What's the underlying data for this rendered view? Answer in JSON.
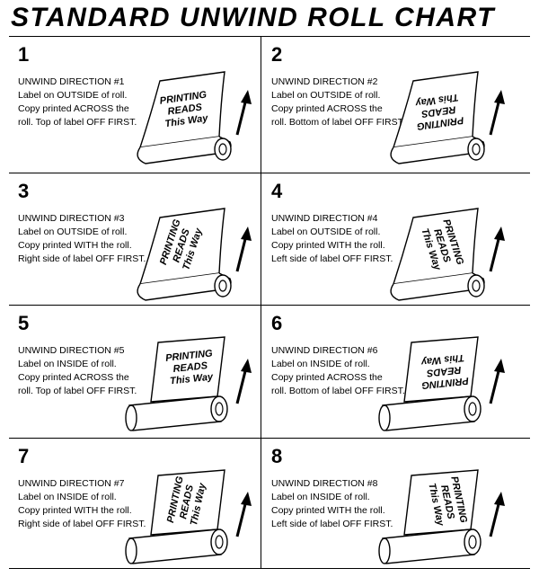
{
  "title": "STANDARD UNWIND ROLL CHART",
  "print_text": {
    "line1": "PRINTING",
    "line2": "READS",
    "line3": "This Way"
  },
  "cells": [
    {
      "number": "1",
      "heading": "UNWIND DIRECTION #1",
      "label_line": "Label on OUTSIDE of roll.",
      "copy_line": "Copy printed ACROSS the",
      "first_line": "roll. Top of label OFF FIRST."
    },
    {
      "number": "2",
      "heading": "UNWIND DIRECTION #2",
      "label_line": "Label on OUTSIDE of roll.",
      "copy_line": "Copy printed ACROSS the",
      "first_line": "roll. Bottom of label OFF FIRST."
    },
    {
      "number": "3",
      "heading": "UNWIND DIRECTION #3",
      "label_line": "Label on OUTSIDE of roll.",
      "copy_line": "Copy printed WITH the roll.",
      "first_line": "Right side of label OFF FIRST."
    },
    {
      "number": "4",
      "heading": "UNWIND DIRECTION #4",
      "label_line": "Label on OUTSIDE of roll.",
      "copy_line": "Copy printed WITH the roll.",
      "first_line": "Left side of label OFF FIRST."
    },
    {
      "number": "5",
      "heading": "UNWIND DIRECTION #5",
      "label_line": "Label on INSIDE of roll.",
      "copy_line": "Copy printed ACROSS the",
      "first_line": "roll. Top of label OFF FIRST."
    },
    {
      "number": "6",
      "heading": "UNWIND DIRECTION #6",
      "label_line": "Label on INSIDE of roll.",
      "copy_line": "Copy printed ACROSS the",
      "first_line": "roll. Bottom of label OFF FIRST."
    },
    {
      "number": "7",
      "heading": "UNWIND DIRECTION #7",
      "label_line": "Label on INSIDE of roll.",
      "copy_line": "Copy printed WITH the roll.",
      "first_line": "Right side of label OFF FIRST."
    },
    {
      "number": "8",
      "heading": "UNWIND DIRECTION #8",
      "label_line": "Label on INSIDE of roll.",
      "copy_line": "Copy printed WITH the roll.",
      "first_line": "Left side of label OFF FIRST."
    }
  ]
}
